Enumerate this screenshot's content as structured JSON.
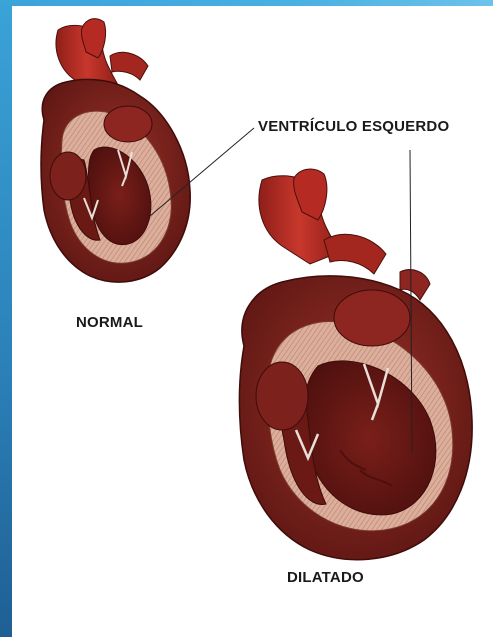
{
  "labels": {
    "ventriculo": "VENTRÍCULO ESQUERDO",
    "normal": "NORMAL",
    "dilatado": "DILATADO"
  },
  "colors": {
    "accent_bar": "#2a7fb6",
    "muscle": "#8e2a23",
    "muscle_dark": "#5a1512",
    "chamber": "#6e1a17",
    "wall_pink": "#d9a592",
    "artery": "#b52a22"
  }
}
